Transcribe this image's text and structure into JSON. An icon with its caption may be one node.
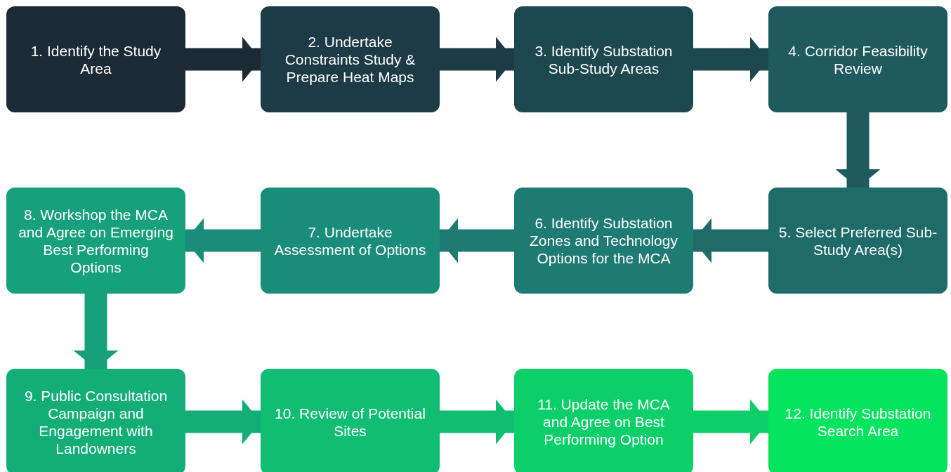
{
  "diagram": {
    "nodes": [
      {
        "text": [
          "1. Identify the Study Area"
        ]
      },
      {
        "text": [
          "2. Undertake Constraints Study & Prepare Heat Maps"
        ]
      },
      {
        "text": [
          "3. Identify Substation Sub-Study Areas"
        ]
      },
      {
        "text": [
          "4. Corridor Feasibility Review"
        ]
      },
      {
        "text": [
          "5. Select Preferred Sub-Study Area(s)"
        ]
      },
      {
        "text": [
          "6. Identify Substation Zones and Technology Options for the MCA"
        ]
      },
      {
        "text": [
          "7. Undertake Assessment of Options"
        ]
      },
      {
        "text": [
          "8. Workshop the MCA and Agree on Emerging Best Performing Options"
        ]
      },
      {
        "text": [
          "9. Public Consultation Campaign and Engagement with Landowners"
        ]
      },
      {
        "text": [
          "10. Review of Potential Sites"
        ]
      },
      {
        "text": [
          "11. Update the MCA and Agree on Best Performing Option"
        ]
      },
      {
        "text": [
          "12. Identify Substation Search Area"
        ]
      }
    ],
    "edges": [
      {
        "from": 0,
        "to": 1,
        "arrow": "to",
        "color": "#1b2a35"
      },
      {
        "from": 1,
        "to": 2,
        "arrow": "to",
        "color": "#1d3a47"
      },
      {
        "from": 2,
        "to": 3,
        "arrow": "to",
        "color": "#1e4850"
      },
      {
        "from": 3,
        "to": 4,
        "arrow": "to",
        "color": "#1e5a5e"
      },
      {
        "from": 4,
        "to": 5,
        "arrow": "to",
        "color": "#1e6b6a"
      },
      {
        "from": 5,
        "to": 6,
        "arrow": "to",
        "color": "#1e7b74"
      },
      {
        "from": 6,
        "to": 7,
        "arrow": "to",
        "color": "#1a8c7a"
      },
      {
        "from": 7,
        "to": 8,
        "arrow": "to",
        "color": "#17a07c"
      },
      {
        "from": 8,
        "to": 9,
        "arrow": "to",
        "color": "#13ad78"
      },
      {
        "from": 9,
        "to": 10,
        "arrow": "to",
        "color": "#10bd72"
      },
      {
        "from": 10,
        "to": 11,
        "arrow": "to",
        "color": "#0ccf6a"
      }
    ]
  }
}
